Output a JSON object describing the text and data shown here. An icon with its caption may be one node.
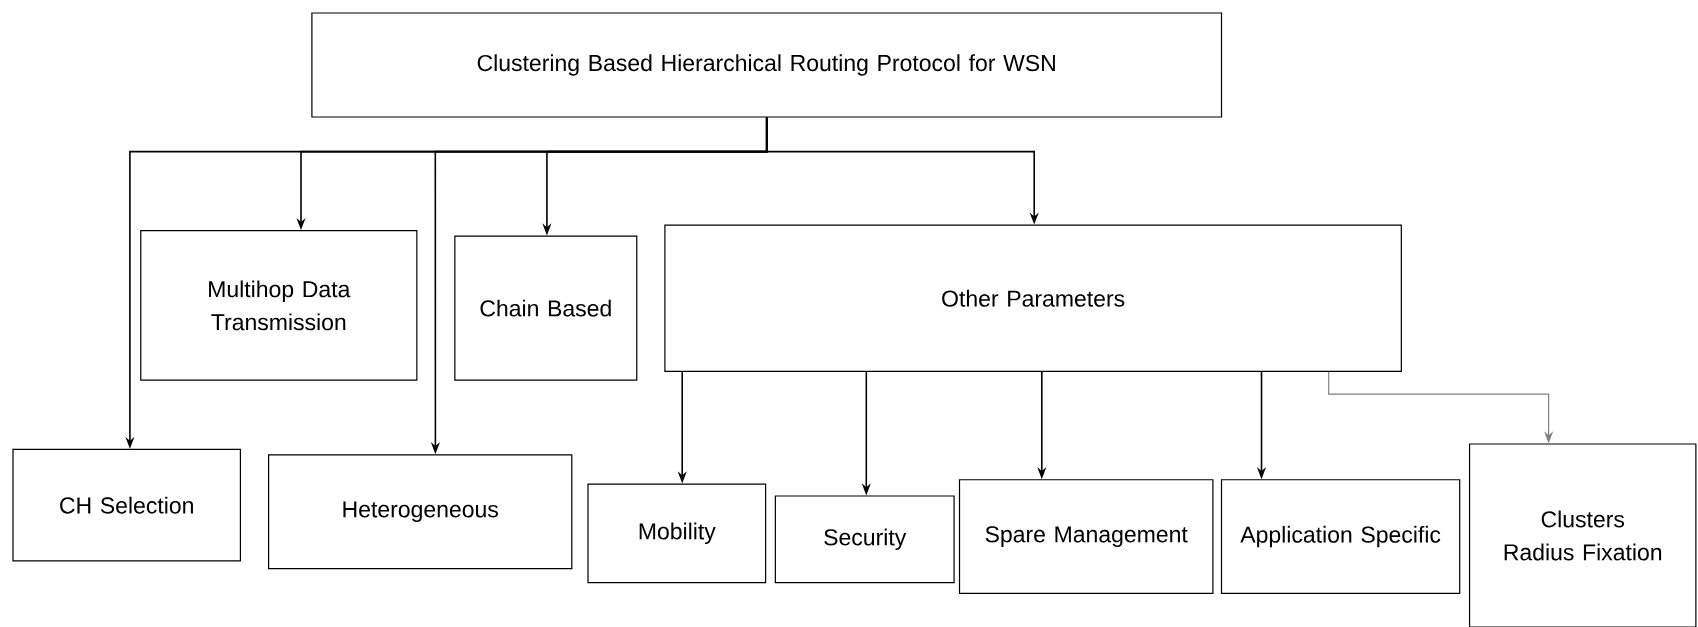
{
  "diagram": {
    "nodes": [
      {
        "text": [
          "Clustering Based Hierarchical Routing Protocol for WSN"
        ]
      },
      {
        "text": [
          "CH Selection"
        ]
      },
      {
        "text": [
          "Multihop Data Transmission"
        ]
      },
      {
        "text": [
          "Heterogeneous"
        ]
      },
      {
        "text": [
          "Chain Based"
        ]
      },
      {
        "text": [
          "Other Parameters"
        ]
      },
      {
        "text": [
          "Mobility"
        ]
      },
      {
        "text": [
          "Security"
        ]
      },
      {
        "text": [
          "Spare Management"
        ]
      },
      {
        "text": [
          "Application Specific"
        ]
      },
      {
        "text": [
          "Clusters Radius Fixation"
        ]
      }
    ],
    "edges": [
      {
        "from": 0,
        "to": 1,
        "arrow": "to"
      },
      {
        "from": 0,
        "to": 2,
        "arrow": "to"
      },
      {
        "from": 0,
        "to": 3,
        "arrow": "to"
      },
      {
        "from": 0,
        "to": 4,
        "arrow": "to"
      },
      {
        "from": 0,
        "to": 5,
        "arrow": "to"
      },
      {
        "from": 5,
        "to": 6,
        "arrow": "to"
      },
      {
        "from": 5,
        "to": 7,
        "arrow": "to"
      },
      {
        "from": 5,
        "to": 8,
        "arrow": "to"
      },
      {
        "from": 5,
        "to": 9,
        "arrow": "to"
      },
      {
        "from": 5,
        "to": 10,
        "arrow": "to",
        "color": "#808080"
      }
    ]
  }
}
